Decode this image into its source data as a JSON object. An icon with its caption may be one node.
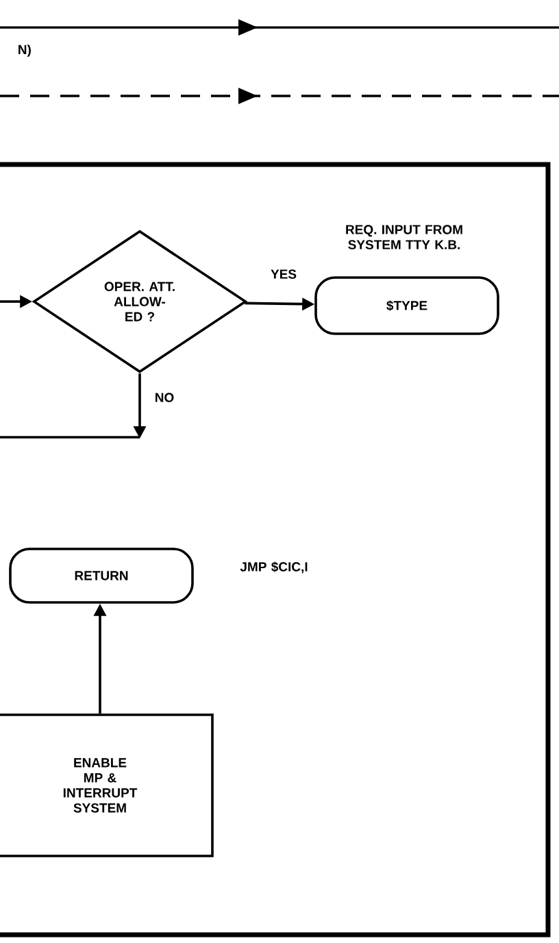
{
  "diagram": {
    "nodes": [
      {
        "text": [],
        "shape": "box"
      },
      {
        "text": [
          "OPER. ATT. ALLOW- ED ?"
        ],
        "in": 0
      },
      {
        "text": [
          "$TYPE"
        ],
        "beside": [
          "REQ. INPUT FROM SYSTEM TTY K.B."
        ],
        "in": 0
      },
      {
        "text": [
          "RETURN"
        ],
        "beside": [
          "JMP $CIC,I"
        ],
        "in": 0
      },
      {
        "text": [
          "ENABLE MP & INTERRUPT SYSTEM"
        ],
        "in": 0
      }
    ],
    "edges": [
      {
        "from": null,
        "to": 1,
        "arrow": "to"
      },
      {
        "from": 1,
        "to": 2,
        "arrow": "to",
        "label": "YES"
      },
      {
        "from": 1,
        "to": null,
        "arrow": "to",
        "label": "NO"
      },
      {
        "from": 4,
        "to": 3,
        "arrow": "to"
      }
    ],
    "labels": [
      "N)"
    ]
  }
}
